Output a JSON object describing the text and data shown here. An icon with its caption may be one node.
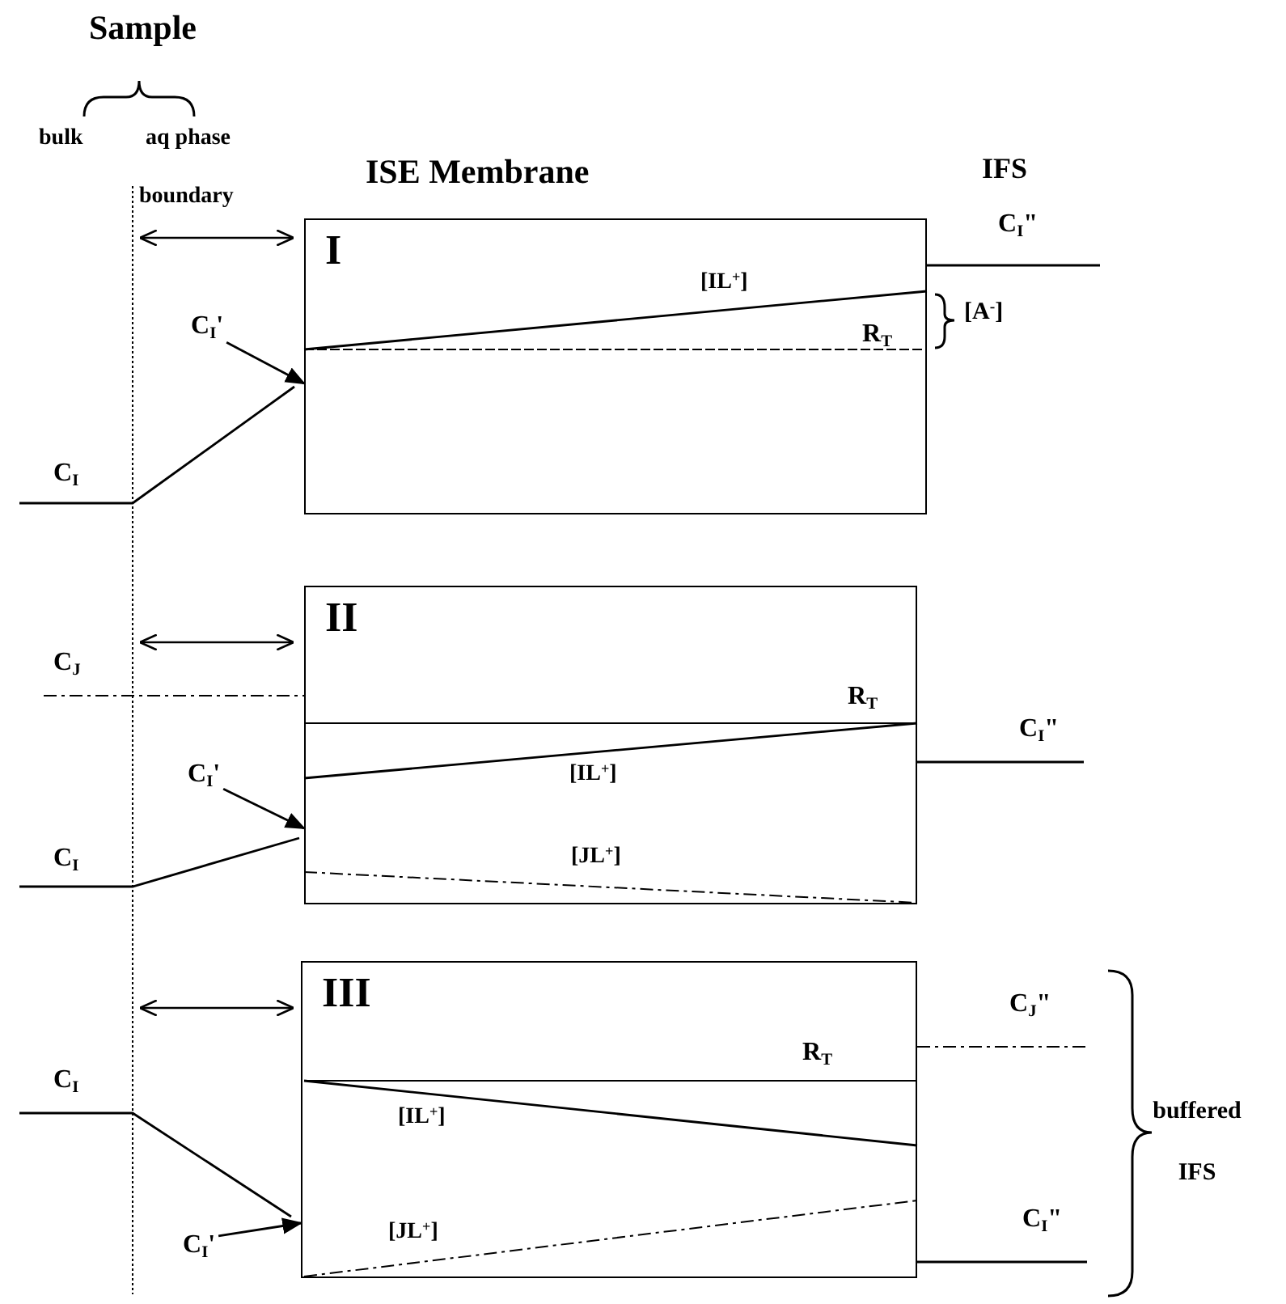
{
  "diagram": {
    "nodes": [
      {
        "text": [
          "I"
        ]
      },
      {
        "text": [
          "C$_{I}$'"
        ]
      },
      {
        "text": [
          "II"
        ]
      },
      {
        "text": [
          "C$_{I}$'"
        ]
      },
      {
        "text": [
          "III"
        ]
      },
      {
        "text": [
          "C$_{I}$'"
        ]
      }
    ],
    "edges": [
      {
        "from": 1,
        "to": 0,
        "arrow": "to"
      },
      {
        "from": 3,
        "to": 2,
        "arrow": "to"
      },
      {
        "from": 5,
        "to": 4,
        "arrow": "to"
      }
    ],
    "labels": [
      "Sample",
      "bulk",
      "aq phase",
      "ISE Membrane",
      "IFS",
      "boundary",
      "C$_{I}$\"",
      "[IL$^{+}$]",
      "R$_{T}$",
      "[A$^{-}$]",
      "C$_{I}$",
      "C$_{J}$",
      "R$_{T}$",
      "C$_{I}$\"",
      "[IL$^{+}$]",
      "C$_{I}$",
      "[JL$^{+}$]",
      "C$_{J}$\"",
      "R$_{T}$",
      "buffered IFS",
      "C$_{I}$",
      "[IL$^{+}$]",
      "[JL$^{+}$]",
      "C$_{I}$\""
    ]
  }
}
